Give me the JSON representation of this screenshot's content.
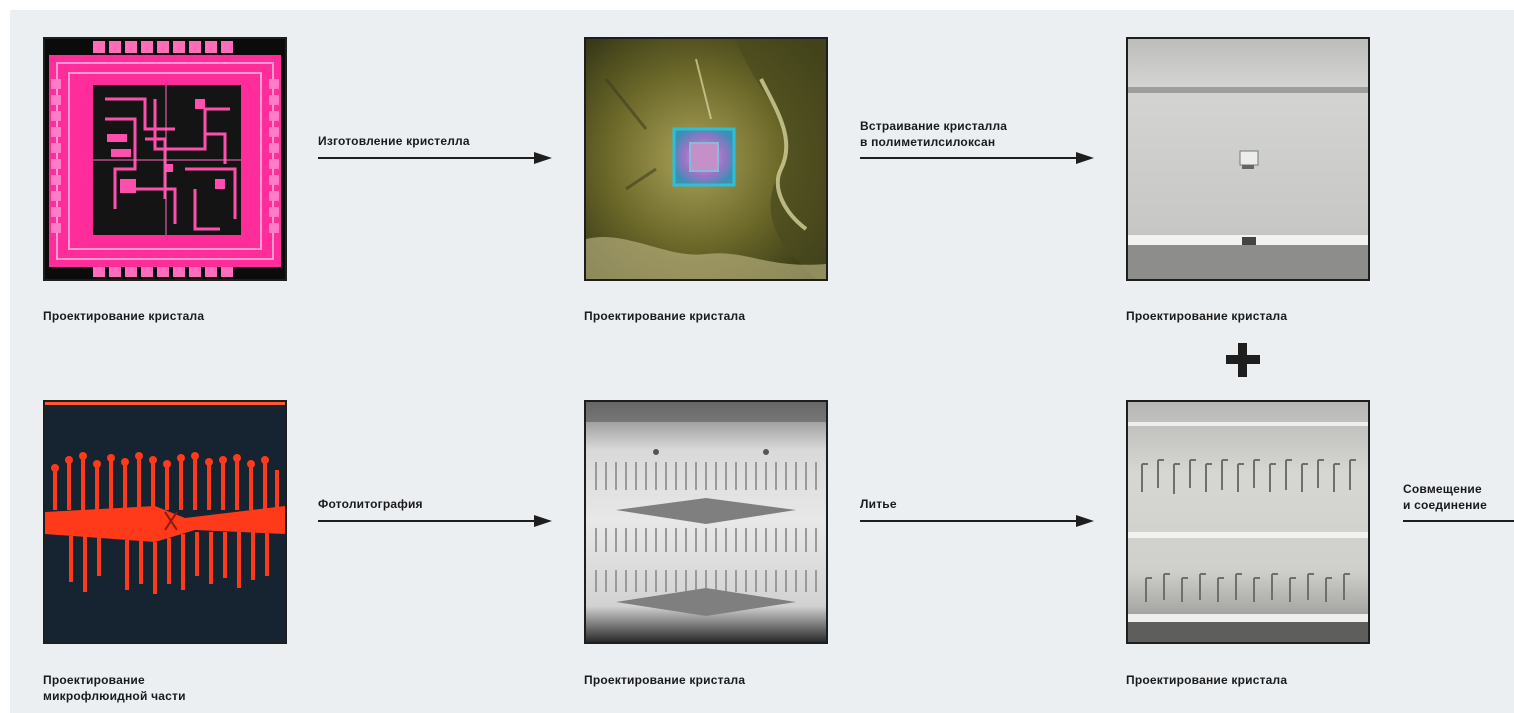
{
  "row1": {
    "image1": {
      "caption": "Проектирование кристала"
    },
    "step1": {
      "label_line1": "Изготовление кристелла"
    },
    "image2": {
      "caption": "Проектирование кристала"
    },
    "step2": {
      "label_line1": "Встраивание кристалла",
      "label_line2": "в полиметилсилоксан"
    },
    "image3": {
      "caption": "Проектирование кристала"
    }
  },
  "row2": {
    "image1": {
      "caption_line1": "Проектирование",
      "caption_line2": "микрофлюидной части"
    },
    "step1": {
      "label_line1": "Фотолитография"
    },
    "image2": {
      "caption": "Проектирование кристала"
    },
    "step2": {
      "label_line1": "Литье"
    },
    "image3": {
      "caption": "Проектирование кристала"
    },
    "step3": {
      "label_line1": "Совмещение",
      "label_line2": "и соединение"
    }
  },
  "colors": {
    "background": "#eceff2",
    "ink": "#1e1e1e",
    "chip_pink": "#ff2d9a",
    "microfluidic_red": "#ff3a1a",
    "microfluidic_bg": "#162331"
  },
  "icons": {
    "combine": "plus-icon",
    "flow": "arrow-right-icon"
  }
}
